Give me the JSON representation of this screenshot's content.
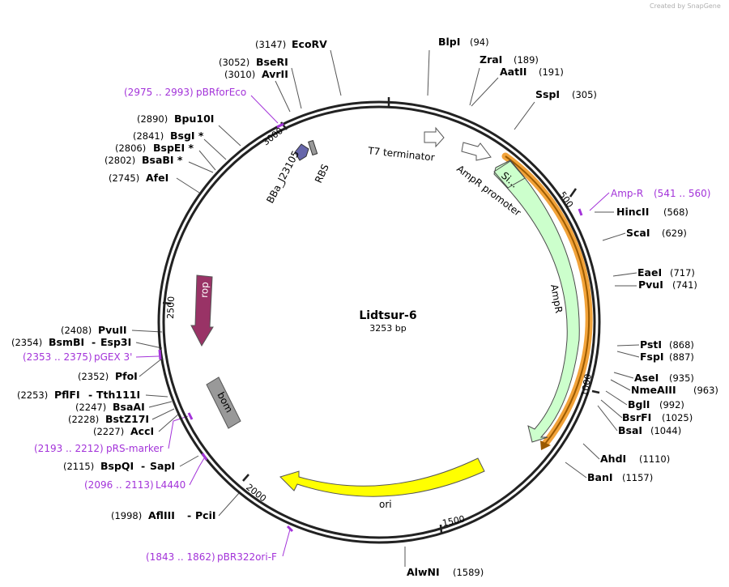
{
  "plasmid": {
    "name": "Lidtsur-6",
    "size_label": "3253 bp",
    "credit": "Created by SnapGene"
  },
  "ticks": [
    "500",
    "1000",
    "1500",
    "2000",
    "2500",
    "3000"
  ],
  "enzymes": [
    {
      "name": "EcoRV",
      "pos": "(3147)"
    },
    {
      "name": "BlpI",
      "pos": "(94)"
    },
    {
      "name": "ZraI",
      "pos": "(189)"
    },
    {
      "name": "AatII",
      "pos": "(191)"
    },
    {
      "name": "SspI",
      "pos": "(305)"
    },
    {
      "name": "BseRI",
      "pos": "(3052)"
    },
    {
      "name": "AvrII",
      "pos": "(3010)"
    },
    {
      "name": "Bpu10I",
      "pos": "(2890)"
    },
    {
      "name": "BsgI *",
      "pos": "(2841)"
    },
    {
      "name": "BspEI *",
      "pos": "(2806)"
    },
    {
      "name": "BsaBI *",
      "pos": "(2802)"
    },
    {
      "name": "AfeI",
      "pos": "(2745)"
    },
    {
      "name": "HincII",
      "pos": "(568)"
    },
    {
      "name": "ScaI",
      "pos": "(629)"
    },
    {
      "name": "EaeI",
      "pos": "(717)"
    },
    {
      "name": "PvuI",
      "pos": "(741)"
    },
    {
      "name": "PstI",
      "pos": "(868)"
    },
    {
      "name": "FspI",
      "pos": "(887)"
    },
    {
      "name": "AseI",
      "pos": "(935)"
    },
    {
      "name": "NmeAIII",
      "pos": "(963)"
    },
    {
      "name": "BglI",
      "pos": "(992)"
    },
    {
      "name": "BsrFI",
      "pos": "(1025)"
    },
    {
      "name": "BsaI",
      "pos": "(1044)"
    },
    {
      "name": "AhdI",
      "pos": "(1110)"
    },
    {
      "name": "BanI",
      "pos": "(1157)"
    },
    {
      "name": "PvuII",
      "pos": "(2408)"
    },
    {
      "name": "BsmBI",
      "sep": "-",
      "name2": "Esp3I",
      "pos": "(2354)"
    },
    {
      "name": "PfoI",
      "pos": "(2352)"
    },
    {
      "name": "PflFI",
      "sep": "-",
      "name2": "Tth111I",
      "pos": "(2253)"
    },
    {
      "name": "BsaAI",
      "pos": "(2247)"
    },
    {
      "name": "BstZ17I",
      "pos": "(2228)"
    },
    {
      "name": "AccI",
      "pos": "(2227)"
    },
    {
      "name": "BspQI",
      "sep": "-",
      "name2": "SapI",
      "pos": "(2115)"
    },
    {
      "name": "AflIII",
      "sep": "-",
      "name2": "PciI",
      "pos": "(1998)"
    },
    {
      "name": "AlwNI",
      "pos": "(1589)"
    }
  ],
  "primers": [
    {
      "name": "pBRforEco",
      "range": "(2975 .. 2993)"
    },
    {
      "name": "Amp-R",
      "range": "(541 .. 560)"
    },
    {
      "name": "pGEX 3'",
      "range": "(2353 .. 2375)"
    },
    {
      "name": "pRS-marker",
      "range": "(2193 .. 2212)"
    },
    {
      "name": "L4440",
      "range": "(2096 .. 2113)"
    },
    {
      "name": "pBR322ori-F",
      "range": "(1843 .. 1862)"
    }
  ],
  "features": {
    "t7": "T7 terminator",
    "amp_promoter": "AmpR promoter",
    "ampr": "AmpR",
    "signal": "Si...",
    "ori": "ori",
    "bom": "bom",
    "rop": "rop",
    "rbs": "RBS",
    "bba": "BBa_J23105"
  },
  "colors": {
    "ampr": "#ccffcc",
    "ori": "#ffff00",
    "rop": "#993366",
    "bom": "#999999",
    "bba": "#6666aa",
    "primer": "#a333d9",
    "highlight": "#f2a33a"
  }
}
